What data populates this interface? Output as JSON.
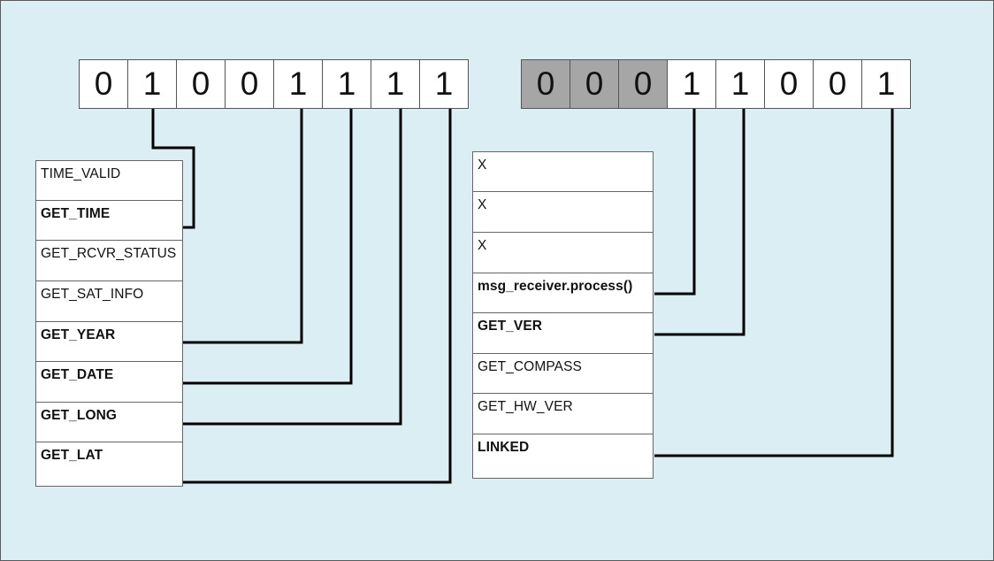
{
  "left_register": {
    "bits": [
      "0",
      "1",
      "0",
      "0",
      "1",
      "1",
      "1",
      "1"
    ],
    "shaded": [
      false,
      false,
      false,
      false,
      false,
      false,
      false,
      false
    ]
  },
  "right_register": {
    "bits": [
      "0",
      "0",
      "0",
      "1",
      "1",
      "0",
      "0",
      "1"
    ],
    "shaded": [
      true,
      true,
      true,
      false,
      false,
      false,
      false,
      false
    ]
  },
  "left_table": {
    "rows": [
      {
        "label": "TIME_VALID",
        "bold": false
      },
      {
        "label": "GET_TIME",
        "bold": true
      },
      {
        "label": "GET_RCVR_STATUS",
        "bold": false
      },
      {
        "label": "GET_SAT_INFO",
        "bold": false
      },
      {
        "label": "GET_YEAR",
        "bold": true
      },
      {
        "label": "GET_DATE",
        "bold": true
      },
      {
        "label": "GET_LONG",
        "bold": true
      },
      {
        "label": "GET_LAT",
        "bold": true
      }
    ]
  },
  "right_table": {
    "rows": [
      {
        "label": "X",
        "bold": false
      },
      {
        "label": "X",
        "bold": false
      },
      {
        "label": "X",
        "bold": false
      },
      {
        "label": "msg_receiver.process()",
        "bold": true
      },
      {
        "label": "GET_VER",
        "bold": true
      },
      {
        "label": "GET_COMPASS",
        "bold": false
      },
      {
        "label": "GET_HW_VER",
        "bold": false
      },
      {
        "label": "LINKED",
        "bold": true
      }
    ]
  },
  "colors": {
    "background": "#dbeef4",
    "shaded_bit": "#a6a6a6",
    "connector": "#000000"
  }
}
